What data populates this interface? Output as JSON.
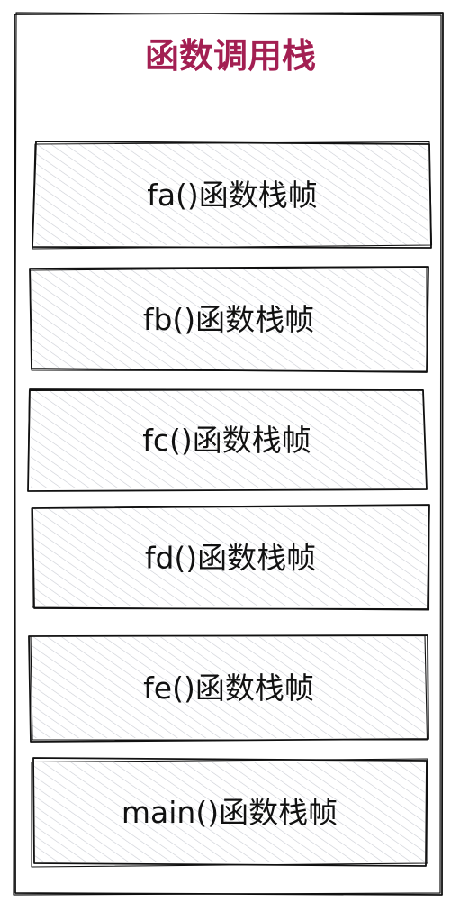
{
  "diagram": {
    "title": "函数调用栈",
    "frames": [
      {
        "label": "fa()函数栈帧"
      },
      {
        "label": "fb()函数栈帧"
      },
      {
        "label": "fc()函数栈帧"
      },
      {
        "label": "fd()函数栈帧"
      },
      {
        "label": "fe()函数栈帧"
      },
      {
        "label": "main()函数栈帧"
      }
    ]
  },
  "colors": {
    "title": "#a31f52",
    "frame_fill": "#ffffff",
    "hatch": "#c9ccd3",
    "stroke": "#111111"
  }
}
